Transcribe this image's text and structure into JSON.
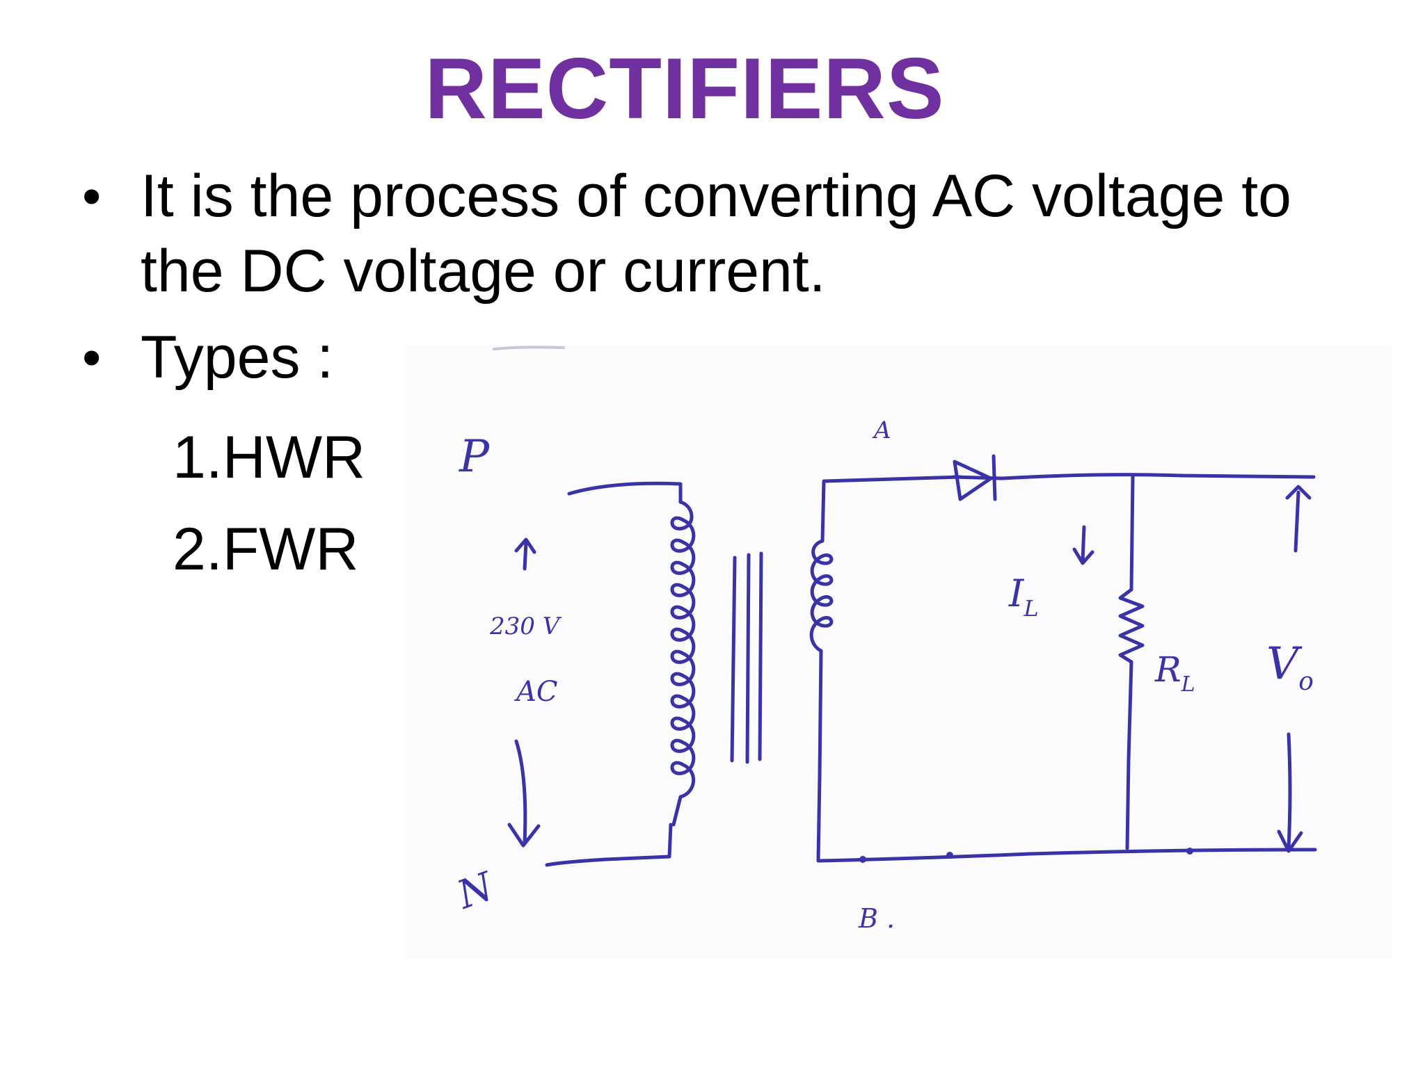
{
  "slide": {
    "title": "RECTIFIERS",
    "bullets": [
      "It is the process of converting AC voltage to the DC voltage or current.",
      "Types :"
    ],
    "types": [
      "1.HWR",
      "2.FWR"
    ]
  },
  "diagram": {
    "labels": {
      "phase": "P",
      "neutral": "N",
      "input_voltage": "230 V",
      "input_type": "AC",
      "node_a": "A",
      "node_b": "B .",
      "load_current": "I",
      "load_current_sub": "L",
      "load_resistor": "R",
      "load_resistor_sub": "L",
      "output_voltage": "V",
      "output_voltage_sub": "o"
    }
  },
  "colors": {
    "title": "#7030a0",
    "text": "#000000",
    "ink": "#3a33a8"
  }
}
